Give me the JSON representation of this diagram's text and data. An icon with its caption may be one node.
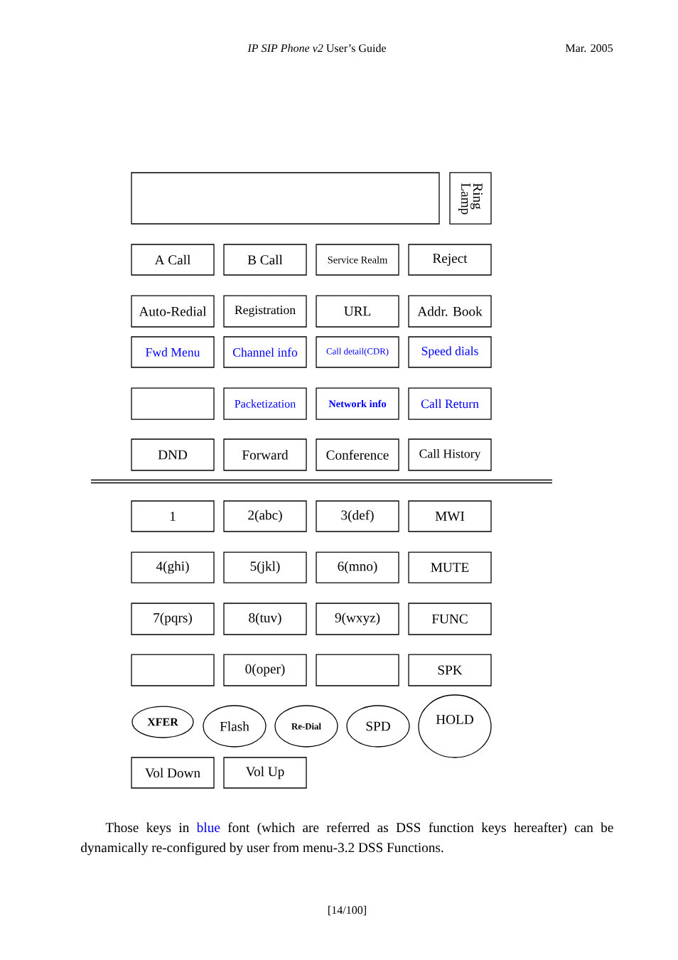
{
  "diagram": {
    "caption": "Those keys in blue font (which are referred as DSS function keys hereafter) can be dynamically re-configured by user from menu-3.2 DSS Functions.",
    "nodes": [
      {
        "text": [],
        "shape": "box"
      },
      {
        "text": [
          "Ring Lamp"
        ]
      },
      {
        "text": [
          "A Call"
        ]
      },
      {
        "text": [
          "B Call"
        ]
      },
      {
        "text": [
          "Service Realm"
        ]
      },
      {
        "text": [
          "Reject"
        ]
      },
      {
        "text": [
          "Auto-Redial"
        ]
      },
      {
        "text": [
          "Registration"
        ]
      },
      {
        "text": [
          "URL"
        ]
      },
      {
        "text": [
          "Addr. Book"
        ]
      },
      {
        "text": [
          "Fwd Menu"
        ]
      },
      {
        "text": [
          "Channel info"
        ]
      },
      {
        "text": [
          "Call detail(CDR)"
        ]
      },
      {
        "text": [
          "Speed dials"
        ]
      },
      {
        "text": [],
        "shape": "box"
      },
      {
        "text": [
          "Packetization"
        ]
      },
      {
        "text": [
          "Network info"
        ]
      },
      {
        "text": [
          "Call Return"
        ]
      },
      {
        "text": [
          "DND"
        ]
      },
      {
        "text": [
          "Forward"
        ]
      },
      {
        "text": [
          "Conference"
        ]
      },
      {
        "text": [
          "Call History"
        ]
      },
      {
        "text": [
          "1"
        ]
      },
      {
        "text": [
          "2(abc)"
        ]
      },
      {
        "text": [
          "3(def)"
        ]
      },
      {
        "text": [
          "MWI"
        ]
      },
      {
        "text": [
          "4(ghi)"
        ]
      },
      {
        "text": [
          "5(jkl)"
        ]
      },
      {
        "text": [
          "6(mno)"
        ]
      },
      {
        "text": [
          "MUTE"
        ]
      },
      {
        "text": [
          "7(pqrs)"
        ]
      },
      {
        "text": [
          "8(tuv)"
        ]
      },
      {
        "text": [
          "9(wxyz)"
        ]
      },
      {
        "text": [
          "FUNC"
        ]
      },
      {
        "text": [],
        "shape": "box"
      },
      {
        "text": [
          "0(oper)"
        ]
      },
      {
        "text": [],
        "shape": "box"
      },
      {
        "text": [
          "SPK"
        ]
      },
      {
        "text": [
          "XFER"
        ]
      },
      {
        "text": [
          "Flash"
        ]
      },
      {
        "text": [
          "Re-Dial"
        ]
      },
      {
        "text": [
          "SPD"
        ]
      },
      {
        "text": [
          "HOLD"
        ]
      },
      {
        "text": [
          "Vol Down"
        ]
      },
      {
        "text": [
          "Vol Up"
        ]
      }
    ],
    "labels": [
      "*IP SIP Phone v2* User’s Guide",
      "Mar. 2005",
      "[14/100]"
    ]
  }
}
